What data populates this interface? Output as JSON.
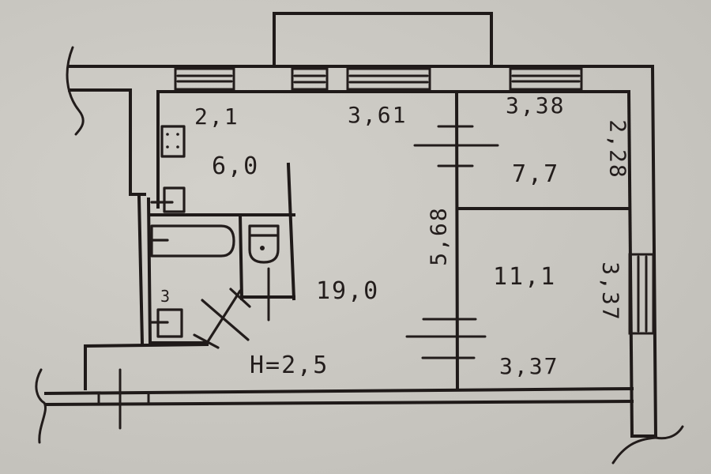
{
  "plan": {
    "type": "hand-drawn apartment floor plan",
    "ceiling_height": "H=2,5",
    "rooms": [
      {
        "id": "kitchen",
        "area": "6,0",
        "width_dim": "2,1"
      },
      {
        "id": "living-room",
        "area": "19,0",
        "width_dim": "3,61",
        "length_dim": "5,68"
      },
      {
        "id": "small-room",
        "area": "7,7",
        "width_dim": "3,38",
        "depth_dim": "2,28"
      },
      {
        "id": "bedroom",
        "area": "11,1",
        "width_dim": "3,37",
        "depth_dim": "3,37"
      }
    ],
    "bathroom": {
      "boiler_label": "3"
    },
    "labels": {
      "kitchen_area": "6,0",
      "kitchen_width": "2,1",
      "living_area": "19,0",
      "living_width": "3,61",
      "living_length": "5,68",
      "small_room_area": "7,7",
      "small_room_width": "3,38",
      "small_room_depth": "2,28",
      "bedroom_area": "11,1",
      "bedroom_width": "3,37",
      "bedroom_depth": "3,37",
      "height": "H=2,5",
      "bath_fixture_number": "3"
    },
    "colors": {
      "paper": "#c9c7c1",
      "ink": "#1f1a19"
    }
  }
}
